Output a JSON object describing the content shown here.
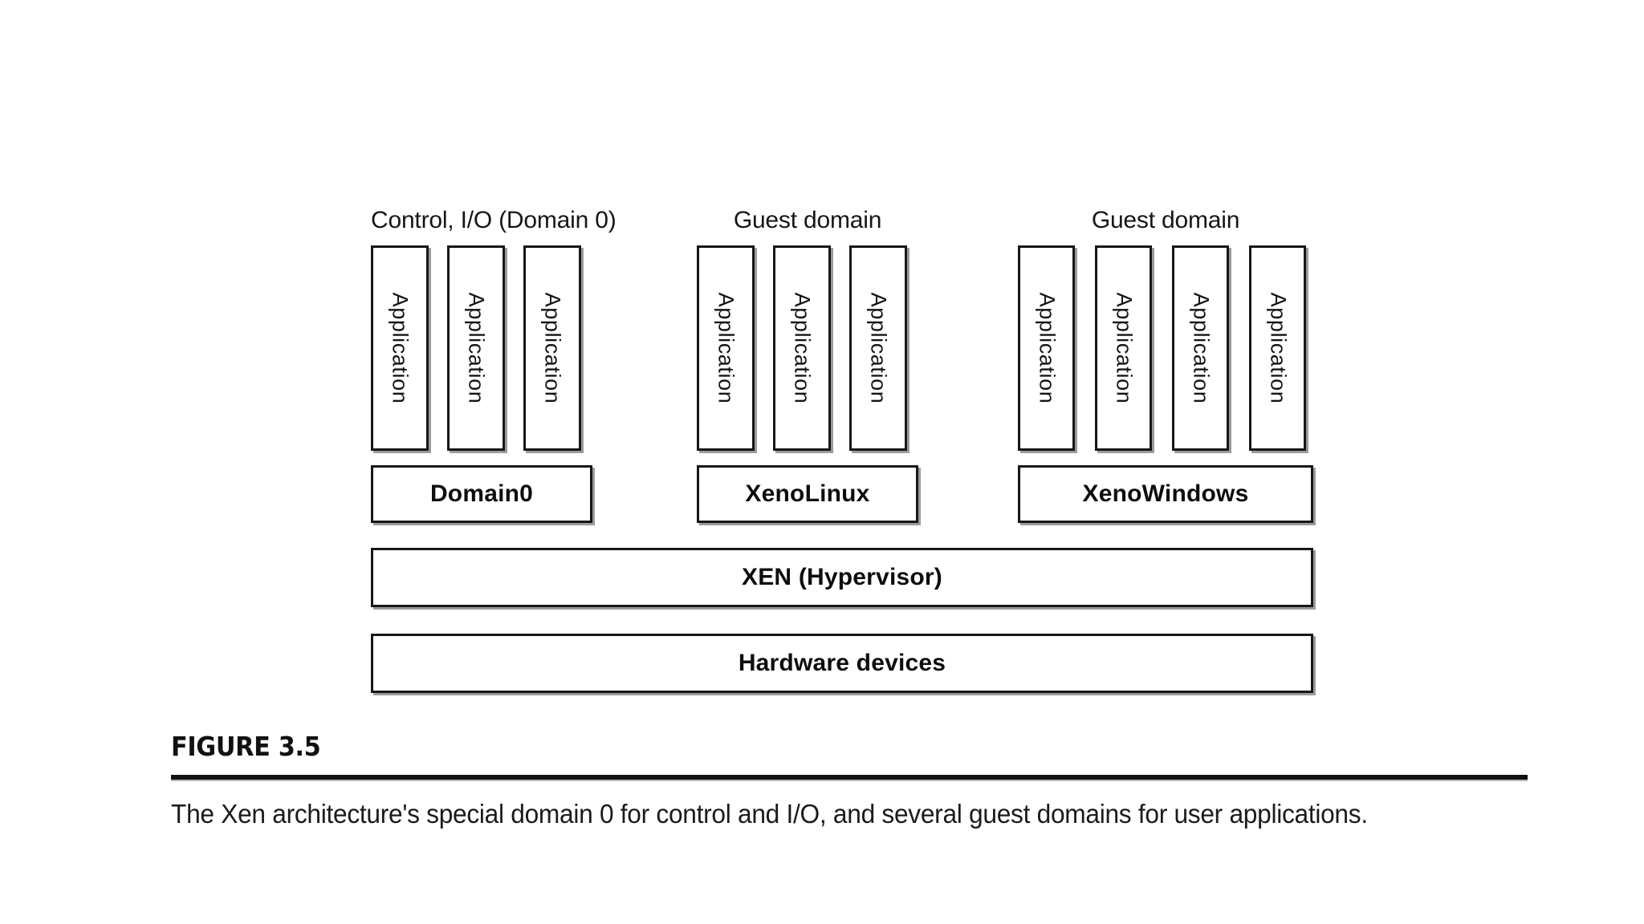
{
  "figure": {
    "number_label": "FIGURE 3.5",
    "caption": "The Xen architecture's special domain 0 for control and I/O, and several guest domains for user applications.",
    "accent_color": "#111111",
    "box_border_color": "#171717",
    "box_shadow_color": "#9b9b9b",
    "background_color": "#ffffff"
  },
  "diagram": {
    "groups": [
      {
        "label": "Control, I/O (Domain 0)",
        "os_label": "Domain0",
        "applications": [
          {
            "label": "Application"
          },
          {
            "label": "Application"
          },
          {
            "label": "Application"
          }
        ]
      },
      {
        "label": "Guest domain",
        "os_label": "XenoLinux",
        "applications": [
          {
            "label": "Application"
          },
          {
            "label": "Application"
          },
          {
            "label": "Application"
          }
        ]
      },
      {
        "label": "Guest domain",
        "os_label": "XenoWindows",
        "applications": [
          {
            "label": "Application"
          },
          {
            "label": "Application"
          },
          {
            "label": "Application"
          },
          {
            "label": "Application"
          }
        ]
      }
    ],
    "layers": [
      {
        "label": "XEN (Hypervisor)"
      },
      {
        "label": "Hardware devices"
      }
    ]
  }
}
